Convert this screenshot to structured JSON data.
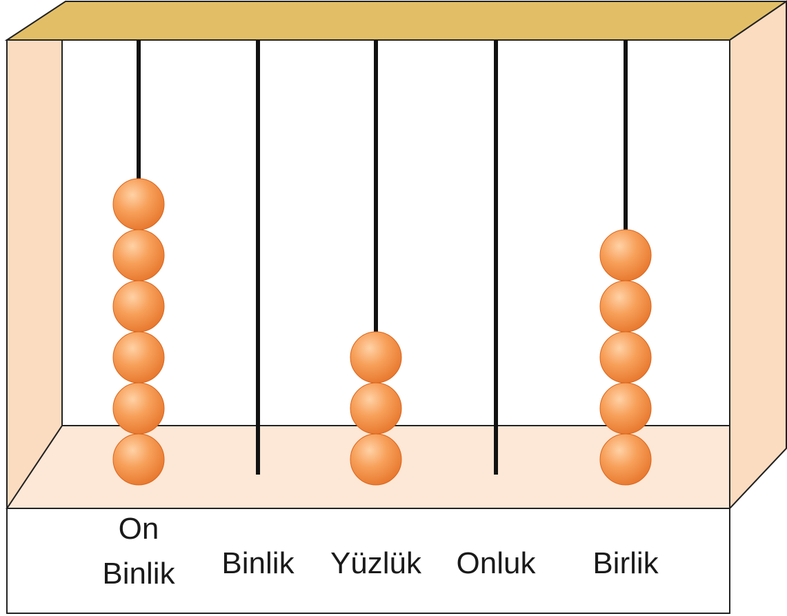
{
  "colors": {
    "frame_top": "#e2bf67",
    "frame_side": "#fcdcc0",
    "frame_floor": "#fde7d6",
    "bead": "#f28c3a",
    "bead_highlight": "#ffd2a6",
    "bead_shadow": "#d9651d",
    "rod": "#111111",
    "outline": "#222222"
  },
  "rods": [
    {
      "label_lines": [
        "On",
        "Binlik"
      ],
      "bead_count": 6
    },
    {
      "label_lines": [
        "Binlik"
      ],
      "bead_count": 0
    },
    {
      "label_lines": [
        "Yüzlük"
      ],
      "bead_count": 3
    },
    {
      "label_lines": [
        "Onluk"
      ],
      "bead_count": 0
    },
    {
      "label_lines": [
        "Birlik"
      ],
      "bead_count": 5
    }
  ]
}
